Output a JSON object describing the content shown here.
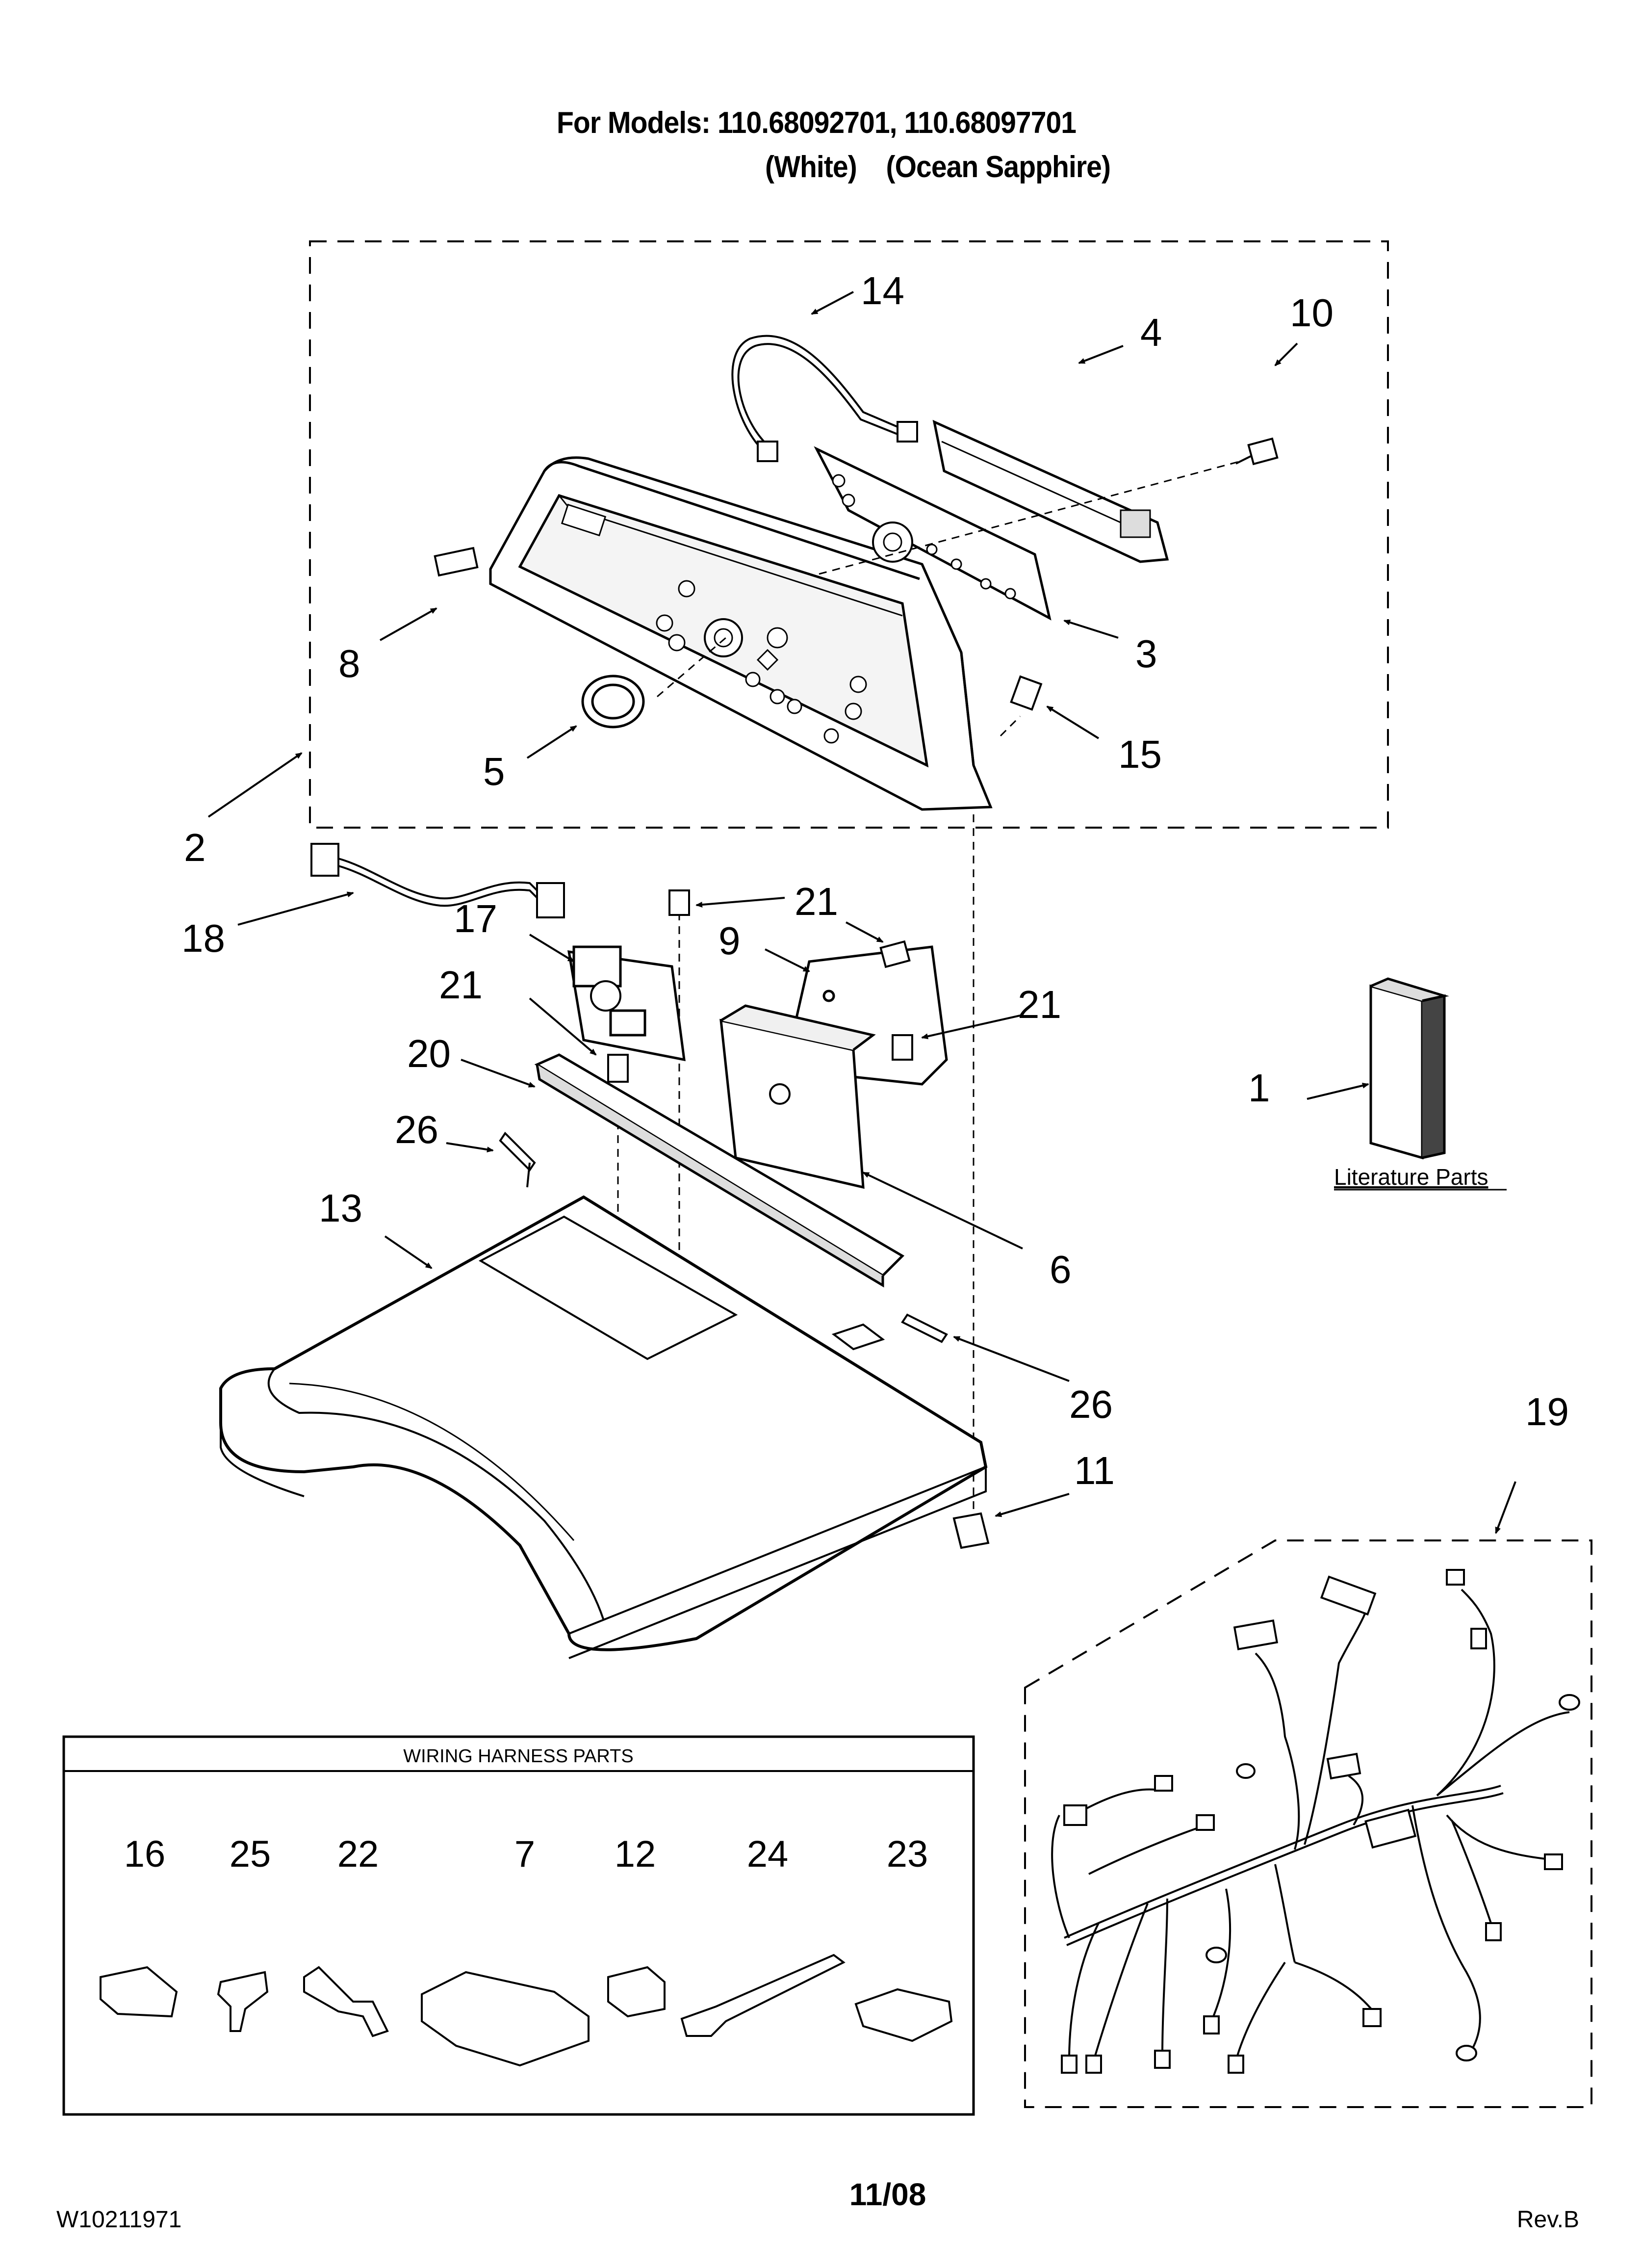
{
  "header": {
    "title_line1": "For Models: 110.68092701, 110.68097701",
    "title_line2": "(White)    (Ocean Sapphire)"
  },
  "callouts": [
    "14",
    "10",
    "4",
    "8",
    "3",
    "15",
    "5",
    "2",
    "21",
    "18",
    "17",
    "9",
    "21",
    "21",
    "20",
    "26",
    "1",
    "13",
    "6",
    "26",
    "11",
    "19"
  ],
  "literature": {
    "label": "Literature Parts"
  },
  "wiring_box": {
    "title": "WIRING HARNESS PARTS",
    "items": [
      "16",
      "25",
      "22",
      "7",
      "12",
      "24",
      "23"
    ]
  },
  "footer": {
    "doc_number": "W10211971",
    "date": "11/08",
    "revision": "Rev.B"
  }
}
